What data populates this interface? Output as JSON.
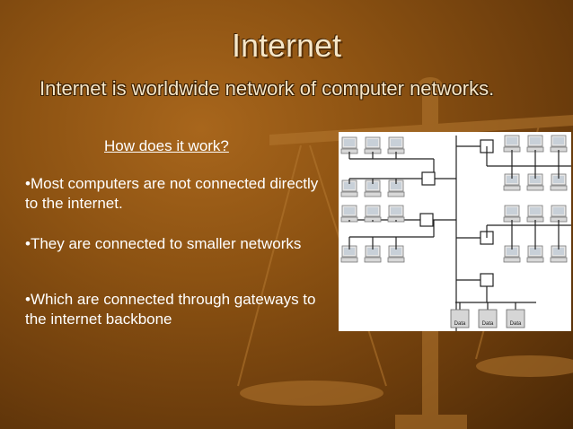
{
  "slide": {
    "title": "Internet",
    "subtitle": "Internet is worldwide network of computer networks.",
    "question": "How does it work?",
    "bullets": [
      "•Most computers are not connected directly to the internet.",
      "•They are connected to smaller networks",
      "•Which are connected through gateways to the internet backbone"
    ]
  },
  "diagram": {
    "server_labels": [
      "Data",
      "Data",
      "Data"
    ],
    "icons": {
      "computer": "computer-icon",
      "router": "router-icon",
      "server": "server-icon"
    }
  },
  "colors": {
    "background": "#8c5212",
    "title_text": "#f6e6c8",
    "body_text": "#ffffff"
  }
}
